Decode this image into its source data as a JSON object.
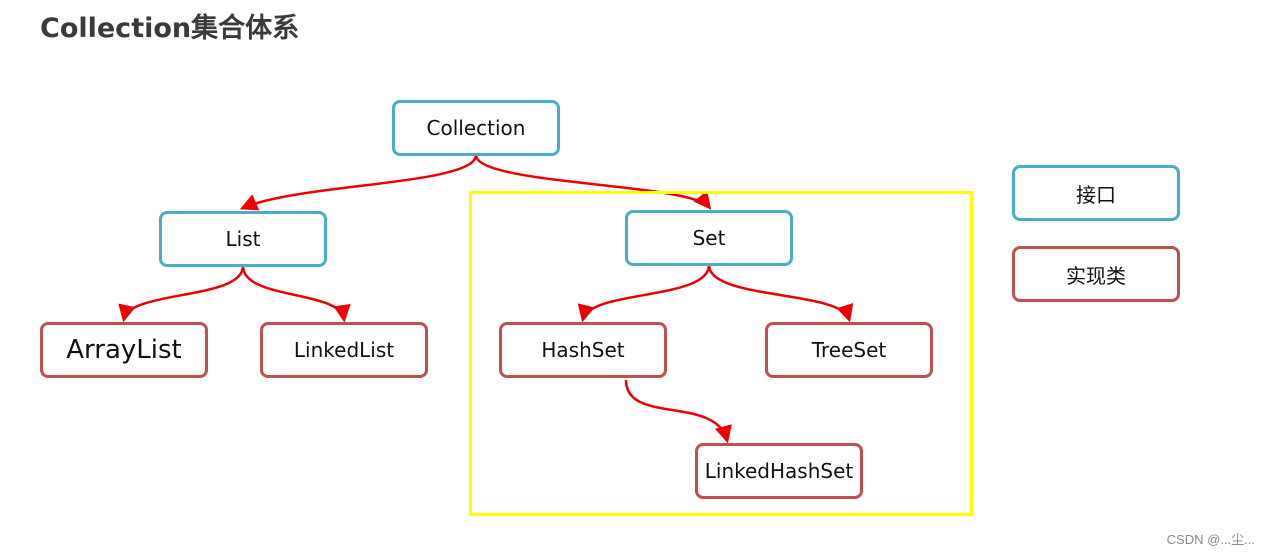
{
  "title": "Collection集合体系",
  "colors": {
    "interface_border": "#4bacc6",
    "impl_border": "#c0504d",
    "edge": "#ee0000",
    "group_box": "#ffff00"
  },
  "nodes": {
    "collection": "Collection",
    "list": "List",
    "set": "Set",
    "arraylist": "ArrayList",
    "linkedlist": "LinkedList",
    "hashset": "HashSet",
    "treeset": "TreeSet",
    "linkedhashset": "LinkedHashSet"
  },
  "legend": {
    "interface": "接口",
    "impl": "实现类"
  },
  "watermark": "CSDN @...尘..."
}
